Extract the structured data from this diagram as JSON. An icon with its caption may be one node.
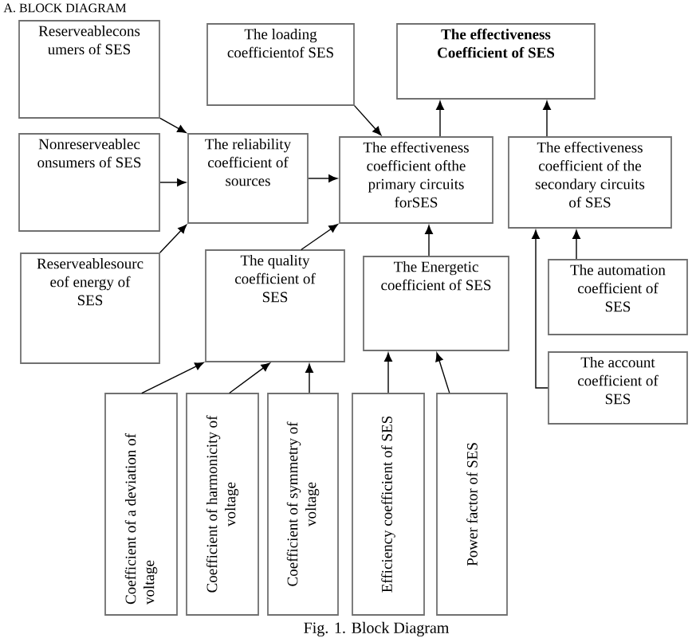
{
  "diagram": {
    "title": "A. BLOCK DIAGRAM",
    "caption": "Fig. 1. Block Diagram",
    "nodes": [
      {
        "text": [
          "Reserveablecons umers of SES"
        ]
      },
      {
        "text": [
          "Nonreserveablec onsumers of SES"
        ]
      },
      {
        "text": [
          "Reserveablesourc eof energy of SES"
        ]
      },
      {
        "text": [
          "The reliability coefficient of sources"
        ]
      },
      {
        "text": [
          "The loading coefficientof SES"
        ]
      },
      {
        "text": [
          "The effectiveness Coefficient of SES"
        ]
      },
      {
        "text": [
          "The effectiveness coefficient ofthe primary circuits forSES"
        ]
      },
      {
        "text": [
          "The effectiveness coefficient of the secondary circuits of SES"
        ]
      },
      {
        "text": [
          "The quality coefficient of SES"
        ]
      },
      {
        "text": [
          "The Energetic coefficient of SES"
        ]
      },
      {
        "text": [
          "The automation coefficient of SES"
        ]
      },
      {
        "text": [
          "The account coefficient of SES"
        ]
      },
      {
        "text": [
          "Coefficient of a deviation of voltage"
        ]
      },
      {
        "text": [
          "Coefficient of harmonicity of voltage"
        ]
      },
      {
        "text": [
          "Coefficient of symmetry of voltage"
        ]
      },
      {
        "text": [
          "Efficiency coefficient of SES"
        ]
      },
      {
        "text": [
          "Power factor of SES"
        ]
      }
    ],
    "edges": [
      {
        "from": 0,
        "to": 3,
        "arrow": "to"
      },
      {
        "from": 1,
        "to": 3,
        "arrow": "to"
      },
      {
        "from": 2,
        "to": 3,
        "arrow": "to"
      },
      {
        "from": 3,
        "to": 6,
        "arrow": "to"
      },
      {
        "from": 4,
        "to": 6,
        "arrow": "to"
      },
      {
        "from": 6,
        "to": 5,
        "arrow": "to"
      },
      {
        "from": 7,
        "to": 5,
        "arrow": "to"
      },
      {
        "from": 8,
        "to": 6,
        "arrow": "to"
      },
      {
        "from": 9,
        "to": 6,
        "arrow": "to"
      },
      {
        "from": 10,
        "to": 7,
        "arrow": "to"
      },
      {
        "from": 11,
        "to": 7,
        "arrow": "to"
      },
      {
        "from": 12,
        "to": 8,
        "arrow": "to"
      },
      {
        "from": 13,
        "to": 8,
        "arrow": "to"
      },
      {
        "from": 14,
        "to": 8,
        "arrow": "to"
      },
      {
        "from": 15,
        "to": 9,
        "arrow": "to"
      },
      {
        "from": 16,
        "to": 9,
        "arrow": "to"
      }
    ]
  }
}
